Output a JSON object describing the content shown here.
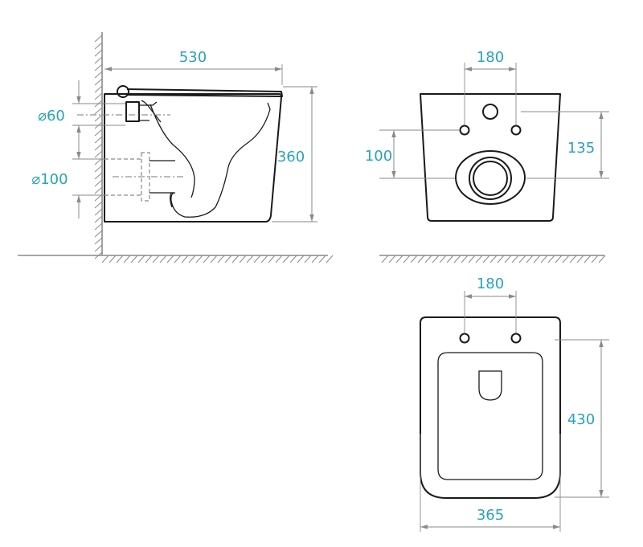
{
  "colors": {
    "dimension_text": "#29a3b8",
    "outline": "#1a1a1a",
    "dimension_line": "#8a8a8a"
  },
  "dimensions": {
    "side_length": "530",
    "side_height": "360",
    "inlet_diameter": "⌀60",
    "outlet_diameter": "⌀100",
    "front_bolt_spacing": "180",
    "front_bolt_height": "135",
    "front_outlet_height": "100",
    "top_bolt_spacing": "180",
    "top_length": "430",
    "top_width": "365"
  }
}
